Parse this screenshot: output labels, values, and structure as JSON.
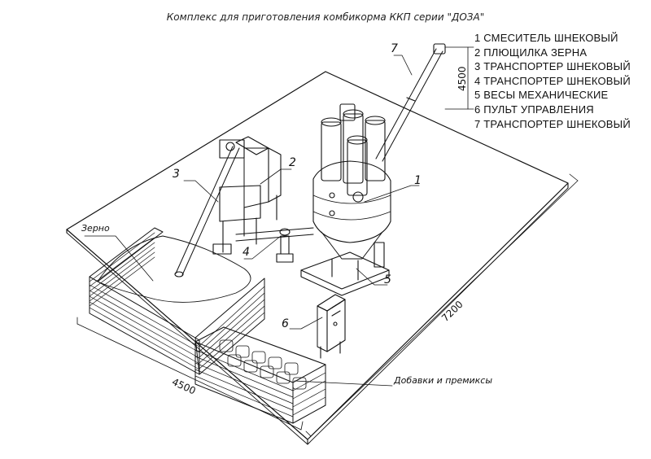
{
  "title": "Комплекс для приготовления комбикорма ККП серии \"ДОЗА\"",
  "legend": [
    "1 СМЕСИТЕЛЬ ШНЕКОВЫЙ",
    "2 ПЛЮЩИЛКА ЗЕРНА",
    "3 ТРАНСПОРТЕР ШНЕКОВЫЙ",
    "4 ТРАНСПОРТЕР ШНЕКОВЫЙ",
    "5 ВЕСЫ МЕХАНИЧЕСКИЕ",
    "6 ПУЛЬТ УПРАВЛЕНИЯ",
    "7 ТРАНСПОРТЕР ШНЕКОВЫЙ"
  ],
  "callouts": {
    "c1": "1",
    "c2": "2",
    "c3": "3",
    "c4": "4",
    "c5": "5",
    "c6": "6",
    "c7": "7"
  },
  "labels": {
    "grain": "Зерно",
    "additives": "Добавки и премиксы"
  },
  "dimensions": {
    "height": "4500",
    "length": "7200",
    "width": "4500"
  }
}
